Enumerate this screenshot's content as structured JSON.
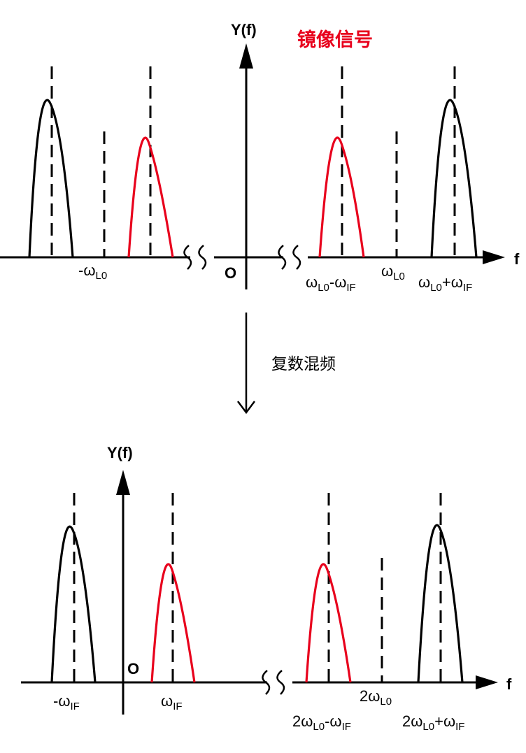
{
  "colors": {
    "signal": "#000000",
    "image_signal": "#e8001c"
  },
  "top_diagram": {
    "axis_y_label": "Y(f)",
    "axis_x_label": "f",
    "origin_label": "O",
    "image_signal_title": "镜像信号",
    "freq_labels": {
      "neg_lo": {
        "main": "-ω",
        "sub": "L0"
      },
      "lo_minus_if": {
        "main": "ω",
        "sub": "L0",
        "mid": "-ω",
        "sub2": "IF"
      },
      "lo": {
        "main": "ω",
        "sub": "L0"
      },
      "lo_plus_if": {
        "main": "ω",
        "sub": "L0",
        "mid": "+ω",
        "sub2": "IF"
      }
    }
  },
  "transition_label": "复数混频",
  "bottom_diagram": {
    "axis_y_label": "Y(f)",
    "axis_x_label": "f",
    "origin_label": "O",
    "freq_labels": {
      "neg_if": {
        "main": "-ω",
        "sub": "IF"
      },
      "if": {
        "main": "ω",
        "sub": "IF"
      },
      "two_lo": {
        "main": "2ω",
        "sub": "L0"
      },
      "two_lo_minus_if": {
        "main": "2ω",
        "sub": "L0",
        "mid": "-ω",
        "sub2": "IF"
      },
      "two_lo_plus_if": {
        "main": "2ω",
        "sub": "L0",
        "mid": "+ω",
        "sub2": "IF"
      }
    }
  }
}
